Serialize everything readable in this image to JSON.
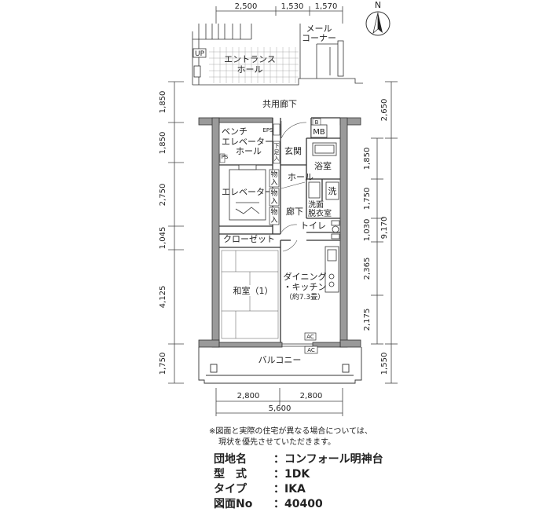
{
  "compass": {
    "label": "N"
  },
  "top_dims": [
    "2,500",
    "1,530",
    "1,570"
  ],
  "left_dims": [
    "1,850",
    "1,850",
    "2,750",
    "1,045",
    "4,125",
    "1,750"
  ],
  "right_inner_dims": [
    "1,850",
    "1,750",
    "1,030",
    "2,365",
    "2,175"
  ],
  "right_outer_dims": [
    "2,650",
    "9,170",
    "1,550"
  ],
  "bottom_dims": [
    "2,800",
    "2,800",
    "5,600"
  ],
  "rooms": {
    "mail_corner": [
      "メール",
      "コーナー"
    ],
    "up": "UP",
    "entrance_hall": [
      "エントランス",
      "ホール"
    ],
    "common_corridor": "共用廊下",
    "bench": "ベンチ",
    "elevator_hall": [
      "エレベーター",
      "ホール"
    ],
    "elevator": "エレベーター",
    "closet": "クローゼット",
    "washitsu": "和室（1）",
    "dining_kitchen": [
      "ダイニング",
      "・キッチン",
      "（約7.3畳）"
    ],
    "genkan": "玄関",
    "hall": "ホール",
    "bath": "浴室",
    "wash": "洗",
    "washroom": [
      "洗面",
      "脱衣室"
    ],
    "corridor": "廊下",
    "toilet": "トイレ",
    "mono1": [
      "物",
      "入"
    ],
    "mono2": [
      "物",
      "入"
    ],
    "mono3": [
      "物",
      "入"
    ],
    "balcony": "バルコニー",
    "eps": "EPS",
    "ps": "PS",
    "mb": "MB",
    "b": "B",
    "ac1": "AC",
    "ac2": "AC",
    "shoe": [
      "下",
      "足",
      "入"
    ]
  },
  "note": [
    "※図面と実際の住宅が異なる場合については、",
    "現状を優先させていただきます。"
  ],
  "info": [
    {
      "key": "団地名",
      "value": "コンフォール明神台"
    },
    {
      "key": "型　式",
      "value": "1DK"
    },
    {
      "key": "タイプ",
      "value": "IKA"
    },
    {
      "key": "図面No",
      "value": "40400"
    }
  ]
}
